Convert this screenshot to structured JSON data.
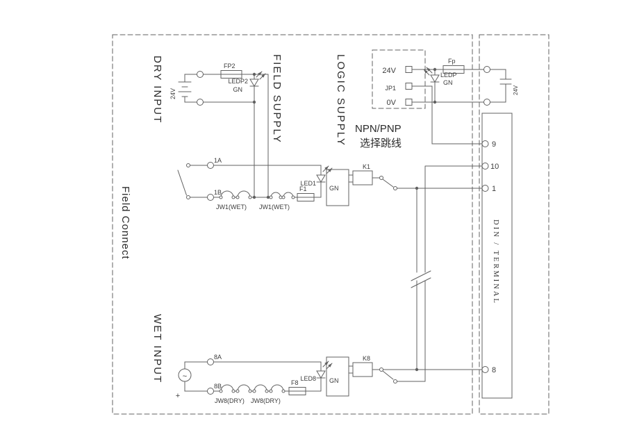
{
  "colors": {
    "line": "#606060",
    "text": "#3c3c3c",
    "background": "#ffffff"
  },
  "titles": {
    "dry_input": "DRY INPUT",
    "field_supply": "FIELD SUPPLY",
    "logic_supply": "LOGIC SUPPLY",
    "field_connect": "Field Connect",
    "wet_input": "WET INPUT"
  },
  "field_supply": {
    "voltage": "24V",
    "fuse": "FP2",
    "led": "LEDP2",
    "led_color": "GN"
  },
  "logic_supply": {
    "fuse": "Fp",
    "led": "LEDP",
    "led_color": "GN",
    "cap_voltage": "24V"
  },
  "jumper": {
    "name": "JP1",
    "pin_24v": "24V",
    "pin_0v": "0V",
    "label": "NPN/PNP",
    "label_cn": "选择跳线"
  },
  "dry_channel": {
    "terminal_a": "1A",
    "terminal_b": "1B",
    "jumper1": "JW1(WET)",
    "jumper2": "JW1(WET)",
    "fuse": "F1",
    "led": "LED1",
    "led_color": "GN",
    "relay": "K1"
  },
  "wet_channel": {
    "terminal_a": "8A",
    "terminal_b": "8B",
    "jumper1": "JW8(DRY)",
    "jumper2": "JW8(DRY)",
    "fuse": "F8",
    "led": "LED8",
    "led_color": "GN",
    "relay": "K8",
    "source_symbol": "~",
    "source_polarity": "+"
  },
  "din": {
    "label": "DIN / TERMINAL",
    "t9": "9",
    "t10": "10",
    "t1": "1",
    "t8": "8"
  }
}
